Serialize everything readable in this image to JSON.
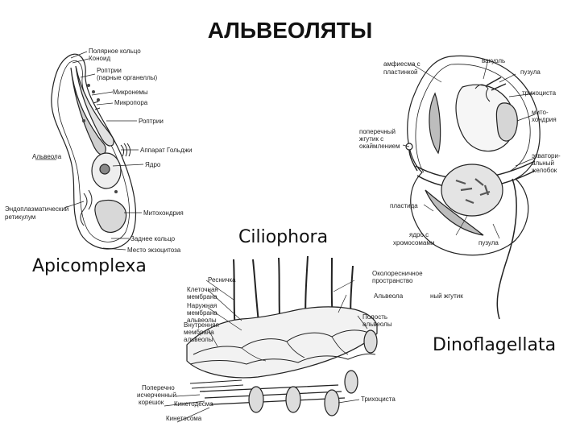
{
  "title": "АЛЬВЕОЛЯТЫ",
  "captions": {
    "apicomplexa": "Apicomplexa",
    "ciliophora": "Ciliophora",
    "dinoflagellata": "Dinoflagellata"
  },
  "apicomplexa_labels": [
    "Полярное кольцо",
    "Коноид",
    "Роптрии",
    "(парные органеллы)",
    "Микронемы",
    "Микропора",
    "Роптрии",
    "Аппарат Гольджи",
    "Ядро",
    "Альвеола",
    "Эндоплазматический",
    "ретикулум",
    "Митохондрия",
    "Заднее кольцо",
    "Место экзоцитоза"
  ],
  "ciliophora_labels": [
    "Ресничка",
    "Клеточная",
    "мембрана",
    "Наружная",
    "мембрана",
    "альвеолы",
    "Внутренняя",
    "мембрана",
    "альвеолы",
    "Околоресничное",
    "пространство",
    "Альвеола",
    "Полость",
    "альвеолы",
    "Поперечно",
    "исчерченный",
    "корешок",
    "Кинетодесма",
    "Трихоциста",
    "Кинетосома"
  ],
  "dino_labels": [
    "амфиесма с",
    "пластинкой",
    "вакуоль",
    "пузула",
    "трихоциста",
    "мито-",
    "хондрия",
    "поперечный",
    "жгутик с",
    "окаймлением",
    "экватори-",
    "альный",
    "желобок",
    "пластида",
    "ядро с",
    "хромосомами",
    "пузула",
    "ный жгутик"
  ]
}
